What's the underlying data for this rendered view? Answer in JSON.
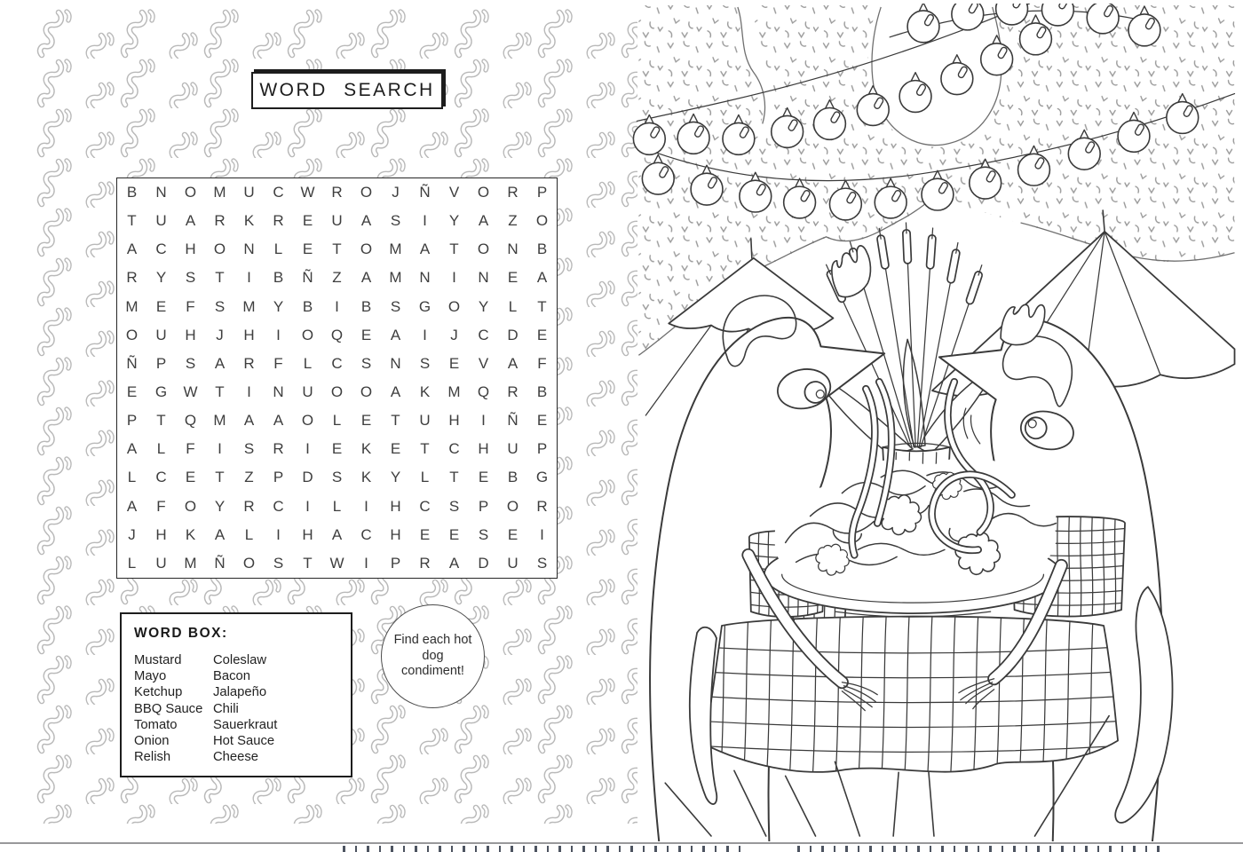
{
  "page_title": {
    "label": "WORD SEARCH"
  },
  "puzzle": {
    "rows": [
      "BNOMUCWROJÑVORP",
      "TUARKREUASIYAZO",
      "ACHONLETOMATONB",
      "RYSTIBÑZAMNINEA",
      "MEFSMYBIBSGOYLT",
      "OUHJHIOQEAIJCDE",
      "ÑPSARFLCSNSEVAF",
      "EGWTINUOOAKMQRB",
      "PTQMAAOLETUHIÑE",
      "ALFISRIEKETCHUP",
      "LCETZPDSKYLTEBG",
      "AFOYRCILIHCSPOR",
      "JHKALIHACHEESEI",
      "LUMÑOSTWIPRADUS"
    ]
  },
  "word_box": {
    "title": "WORD BOX:",
    "column1": [
      "Mustard",
      "Mayo",
      "Ketchup",
      "BBQ Sauce",
      "Tomato",
      "Onion",
      "Relish"
    ],
    "column2": [
      "Coleslaw",
      "Bacon",
      "Jalapeño",
      "Chili",
      "Sauerkraut",
      "Hot Sauce",
      "Cheese"
    ]
  },
  "instruction": {
    "text": "Find each hot dog condiment!"
  },
  "illustration": {
    "subject": "two-hot-dogs-sharing-spaghetti-at-checkered-table-with-string-lights-umbrellas-and-cattails",
    "line_color": "#3a3a3a",
    "squiggle_pattern_color": "#b9b9b9",
    "confetti_pattern_color": "#9a9a9a"
  }
}
